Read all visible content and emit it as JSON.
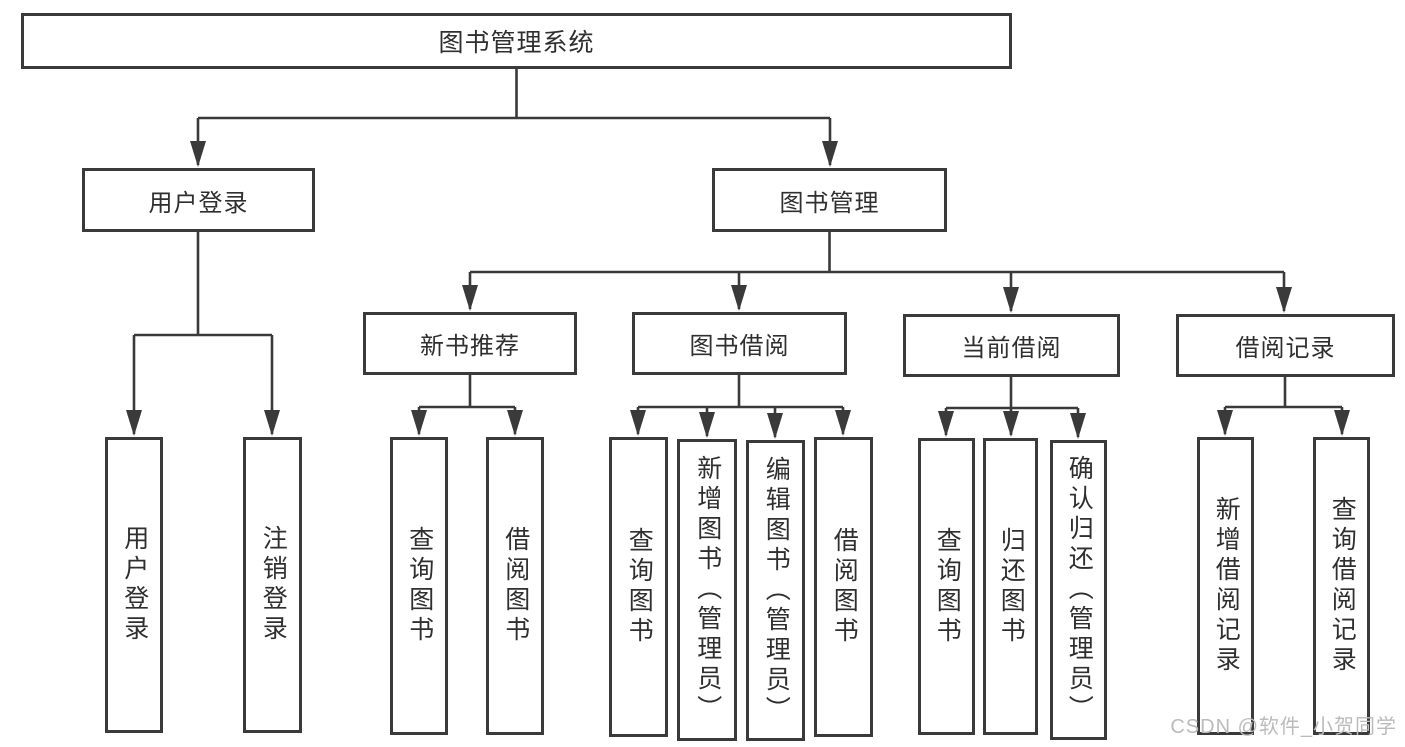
{
  "colors": {
    "line": "#3a3a3a",
    "box_border": "#3a3a3a",
    "text": "#2f2f2f",
    "watermark": "#bbbbbb",
    "background": "#ffffff"
  },
  "watermark": {
    "text": "CSDN @软件_小贺同学"
  },
  "diagram": {
    "root": {
      "label": "图书管理系统"
    },
    "branches": {
      "user_login": {
        "label": "用户登录",
        "children": [
          {
            "label": "用户登录"
          },
          {
            "label": "注销登录"
          }
        ]
      },
      "book_management": {
        "label": "图书管理",
        "sections": {
          "new_book": {
            "label": "新书推荐",
            "children": [
              {
                "label": "查询图书"
              },
              {
                "label": "借阅图书"
              }
            ]
          },
          "book_borrow": {
            "label": "图书借阅",
            "children": [
              {
                "label": "查询图书"
              },
              {
                "label": "新增图书（管理员）"
              },
              {
                "label": "编辑图书（管理员）"
              },
              {
                "label": "借阅图书"
              }
            ]
          },
          "current_borrow": {
            "label": "当前借阅",
            "children": [
              {
                "label": "查询图书"
              },
              {
                "label": "归还图书"
              },
              {
                "label": "确认归还（管理员）"
              }
            ]
          },
          "borrow_record": {
            "label": "借阅记录",
            "children": [
              {
                "label": "新增借阅记录"
              },
              {
                "label": "查询借阅记录"
              }
            ]
          }
        }
      }
    }
  }
}
